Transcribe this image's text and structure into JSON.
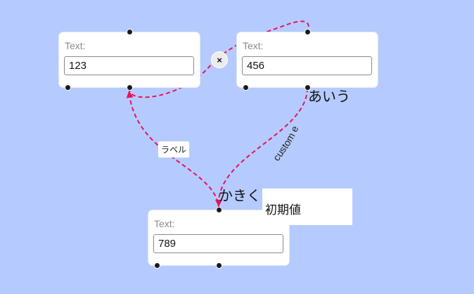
{
  "colors": {
    "canvas_background": "#b5cbff",
    "edge": "#e8125c",
    "node_background": "#ffffff",
    "handle": "#1a1a1a"
  },
  "nodes": [
    {
      "label": "Text:",
      "value": "123"
    },
    {
      "label": "Text:",
      "value": "456"
    },
    {
      "label": "Text:",
      "value": "789"
    }
  ],
  "edges": {
    "node1_to_node2": {
      "delete_icon": "close-icon",
      "delete_label": "×"
    },
    "node3_to_node1": {
      "label": "ラベル"
    },
    "node2_to_node3": {
      "label": "custom edge",
      "source_label": "あいう",
      "target_label": "かきく"
    }
  },
  "initial_value_panel": {
    "text": "初期値"
  }
}
